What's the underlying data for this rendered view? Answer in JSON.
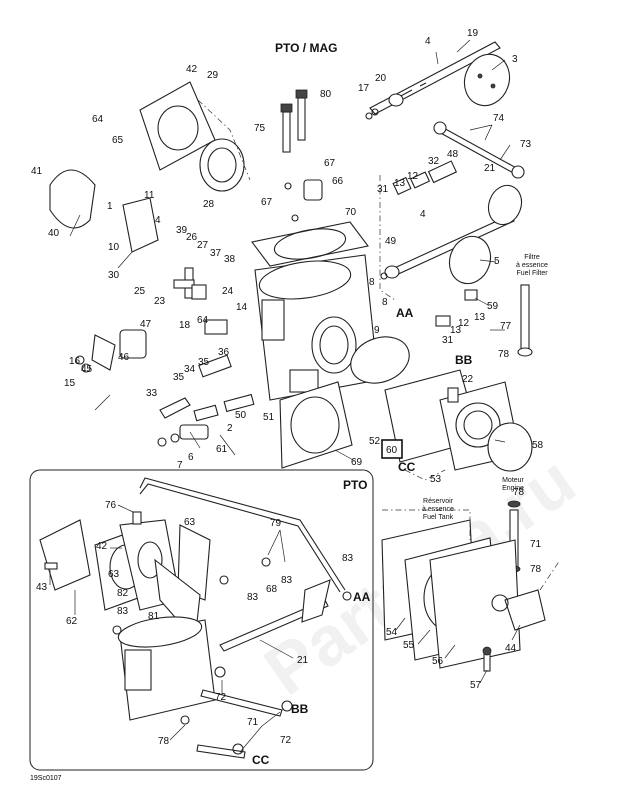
{
  "headings": {
    "pto_mag": "PTO / MAG",
    "pto": "PTO"
  },
  "connectors": [
    "AA",
    "BB",
    "CC",
    "AA",
    "BB",
    "CC"
  ],
  "boxed_callout": "60",
  "notes": {
    "fuel_filter": [
      "Filtre",
      "à essence",
      "Fuel Filter"
    ],
    "engine": [
      "Moteur",
      "Engine"
    ],
    "fuel_tank": [
      "Réservoir",
      "à essence",
      "Fuel Tank"
    ]
  },
  "figure_code": "19Sc0107",
  "watermark": "Partzilla.ru",
  "callouts_upper": [
    "1",
    "2",
    "3",
    "4",
    "4",
    "4",
    "5",
    "6",
    "7",
    "8",
    "8",
    "9",
    "10",
    "11",
    "12",
    "12",
    "13",
    "13",
    "13",
    "14",
    "15",
    "16",
    "17",
    "18",
    "19",
    "20",
    "21",
    "22",
    "23",
    "24",
    "25",
    "26",
    "27",
    "28",
    "29",
    "30",
    "31",
    "31",
    "32",
    "33",
    "34",
    "35",
    "35",
    "36",
    "37",
    "38",
    "39",
    "40",
    "41",
    "42",
    "45",
    "46",
    "47",
    "48",
    "49",
    "50",
    "51",
    "52",
    "53",
    "58",
    "59",
    "61",
    "64",
    "64",
    "65",
    "66",
    "67",
    "67",
    "69",
    "70",
    "73",
    "74",
    "75",
    "77",
    "78",
    "78",
    "78",
    "80"
  ],
  "callouts_lower": [
    "21",
    "42",
    "43",
    "44",
    "54",
    "55",
    "56",
    "57",
    "62",
    "63",
    "68",
    "71",
    "71",
    "72",
    "72",
    "76",
    "78",
    "79",
    "81",
    "82",
    "83",
    "83",
    "83",
    "83"
  ]
}
